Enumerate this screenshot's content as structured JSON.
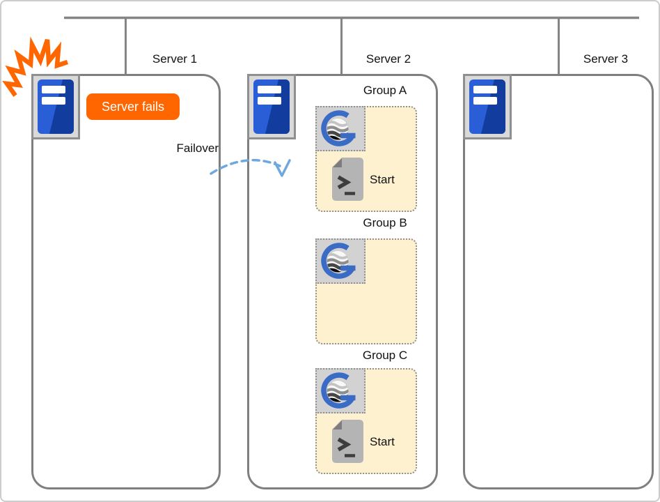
{
  "diagram": {
    "name": "server-failover-diagram"
  },
  "servers": [
    {
      "label": "Server 1",
      "icon": "server-tower-icon",
      "state": "failed"
    },
    {
      "label": "Server 2",
      "icon": "server-tower-icon",
      "state": "takeover"
    },
    {
      "label": "Server 3",
      "icon": "server-tower-icon",
      "state": "idle"
    }
  ],
  "failure": {
    "badge_label": "Server fails",
    "failover_label": "Failover",
    "burst_icon": "failure-burst-icon",
    "arrow_icon": "failover-arrow-icon"
  },
  "groups": [
    {
      "label": "Group A",
      "app_icon": "gateway-g-logo-icon",
      "script_icon": "start-script-icon",
      "start_label": "Start"
    },
    {
      "label": "Group B",
      "app_icon": "gateway-g-logo-icon"
    },
    {
      "label": "Group C",
      "app_icon": "gateway-g-logo-icon",
      "script_icon": "start-script-icon",
      "start_label": "Start"
    }
  ],
  "colors": {
    "line-gray": "#858585",
    "box-border": "#7f7f7f",
    "plate-bg": "#d9d9d9",
    "plate-border": "#8f8f8f",
    "server-blue": "#2a5ed6",
    "server-blue-dark": "#123c9e",
    "orange": "#ff6600",
    "group-bg": "#fdf1d0",
    "group-border": "#8f8f8f",
    "failover-blue": "#6fa8dc",
    "g-ring-blue": "#3a6bc5",
    "script-gray": "#b4b4b4",
    "text": "#111111"
  }
}
